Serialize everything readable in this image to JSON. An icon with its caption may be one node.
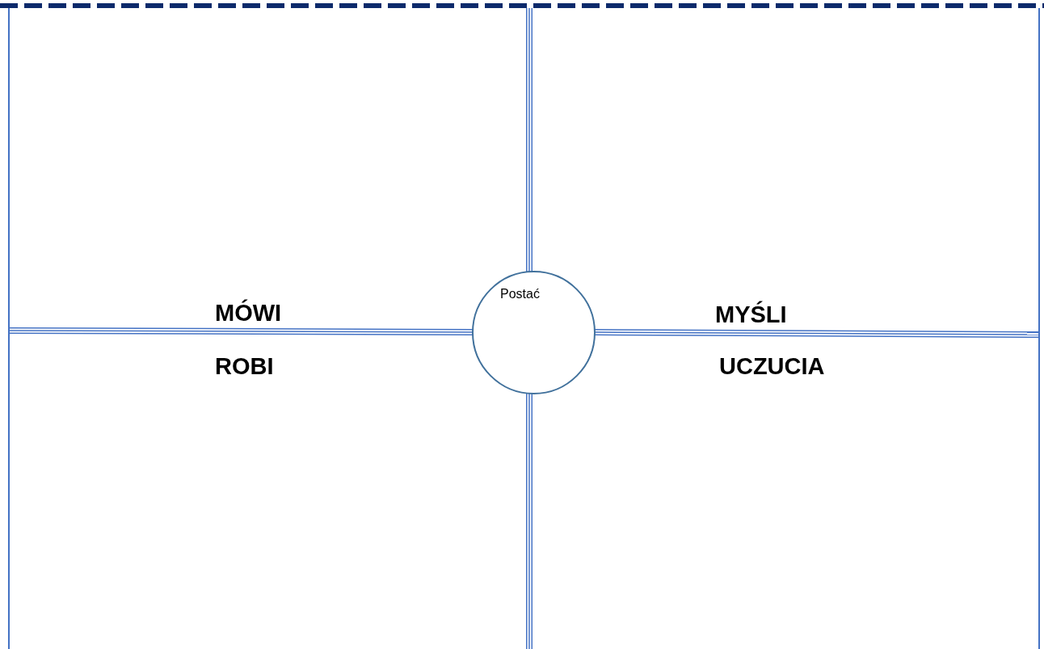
{
  "diagram": {
    "nodes": [
      {
        "text": [
          "Postać"
        ]
      }
    ],
    "labels": [
      "MÓWI",
      "MYŚLI",
      "ROBI",
      "UCZUCIA"
    ]
  }
}
